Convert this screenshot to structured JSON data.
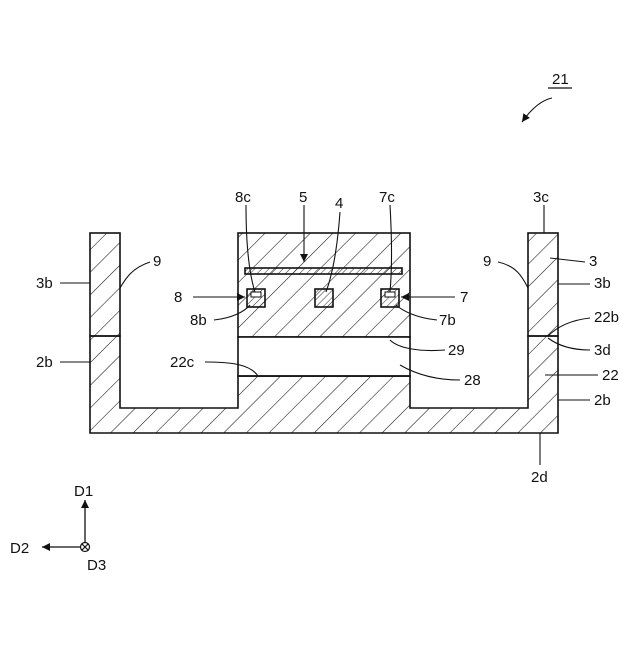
{
  "figure": {
    "ref_numeral": "21",
    "labels": {
      "l_8c": "8c",
      "l_5": "5",
      "l_4": "4",
      "l_7c": "7c",
      "l_3c": "3c",
      "l_3_right": "3",
      "l_9_left": "9",
      "l_3b_left": "3b",
      "l_9_right": "9",
      "l_3b_right": "3b",
      "l_8": "8",
      "l_7": "7",
      "l_8b": "8b",
      "l_7b": "7b",
      "l_22b": "22b",
      "l_2b_left": "2b",
      "l_22c": "22c",
      "l_29": "29",
      "l_3d": "3d",
      "l_28": "28",
      "l_22": "22",
      "l_2b_right": "2b",
      "l_2d": "2d"
    },
    "axes": {
      "d1": "D1",
      "d2": "D2",
      "d3": "D3"
    }
  }
}
